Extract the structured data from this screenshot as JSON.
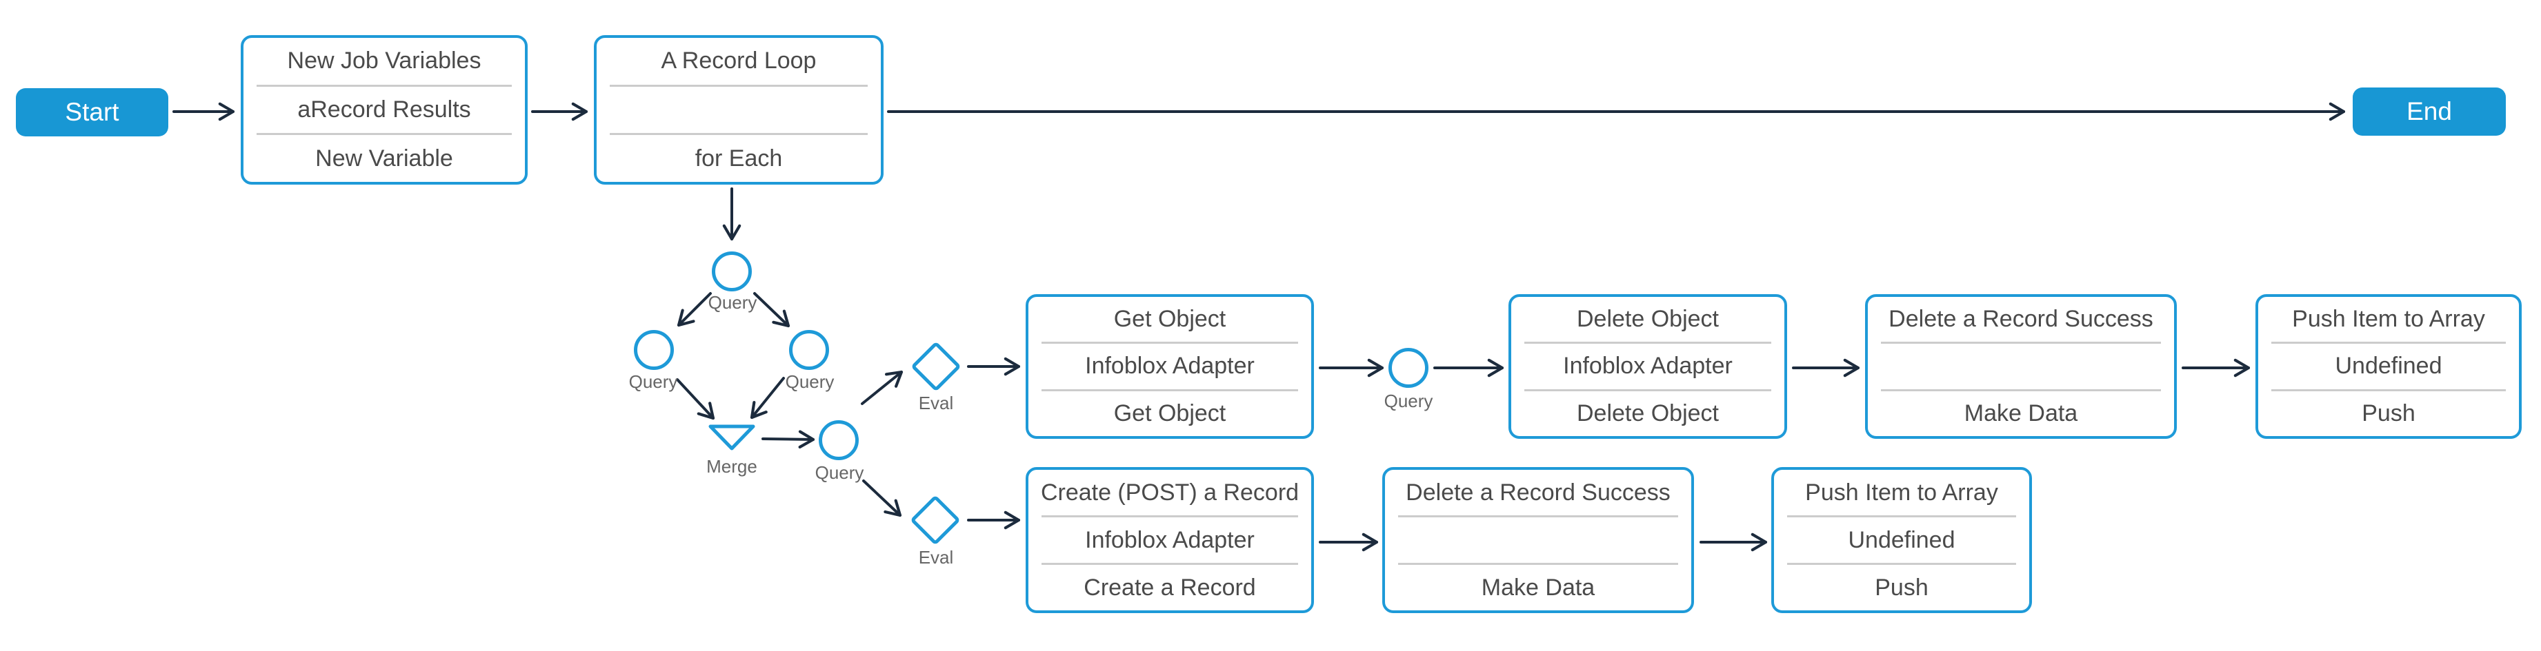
{
  "colors": {
    "accent_blue": "#1e9ad8",
    "terminal_blue": "#1897d4",
    "edge_color": "#1c2b3d",
    "task_text": "#4a4a4a",
    "shape_label": "#666666",
    "divider": "#cccccc",
    "canvas_bg": "#ffffff"
  },
  "terminals": {
    "start": "Start",
    "end": "End"
  },
  "tasks": [
    {
      "name": "new-job-variables",
      "rows": [
        "New Job Variables",
        "aRecord Results",
        "New Variable"
      ]
    },
    {
      "name": "a-record-loop",
      "rows": [
        "A Record Loop",
        "",
        "for Each"
      ]
    },
    {
      "name": "get-object",
      "rows": [
        "Get Object",
        "Infoblox Adapter",
        "Get Object"
      ]
    },
    {
      "name": "delete-object",
      "rows": [
        "Delete Object",
        "Infoblox Adapter",
        "Delete Object"
      ]
    },
    {
      "name": "delete-a-record-success-top",
      "rows": [
        "Delete a Record Success",
        "",
        "Make Data"
      ]
    },
    {
      "name": "push-item-to-array-top",
      "rows": [
        "Push Item to Array",
        "Undefined",
        "Push"
      ]
    },
    {
      "name": "create-post-a-record",
      "rows": [
        "Create (POST) a Record",
        "Infoblox Adapter",
        "Create a Record"
      ]
    },
    {
      "name": "delete-a-record-success-bottom",
      "rows": [
        "Delete a Record Success",
        "",
        "Make Data"
      ]
    },
    {
      "name": "push-item-to-array-bottom",
      "rows": [
        "Push Item to Array",
        "Undefined",
        "Push"
      ]
    }
  ],
  "shapes": [
    {
      "name": "query-loop-start",
      "type": "circle",
      "label": "Query"
    },
    {
      "name": "query-branch-left",
      "type": "circle",
      "label": "Query"
    },
    {
      "name": "query-branch-right",
      "type": "circle",
      "label": "Query"
    },
    {
      "name": "merge",
      "type": "triangle",
      "label": "Merge"
    },
    {
      "name": "query-after-merge",
      "type": "circle",
      "label": "Query"
    },
    {
      "name": "eval-top",
      "type": "diamond",
      "label": "Eval"
    },
    {
      "name": "eval-bottom",
      "type": "diamond",
      "label": "Eval"
    },
    {
      "name": "query-mid-chain",
      "type": "circle",
      "label": "Query"
    }
  ]
}
